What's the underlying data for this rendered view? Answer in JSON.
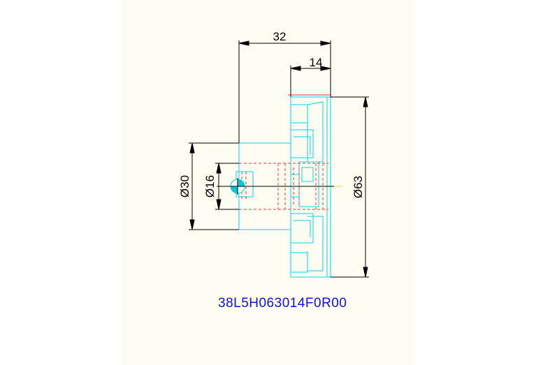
{
  "drawing": {
    "part_code": "38L5H063014F0R00",
    "dimensions": {
      "overall_length": "32",
      "hub_length": "14",
      "outer_diameter": "Ø63",
      "hub_diameter": "Ø30",
      "bore_diameter": "Ø16"
    },
    "colors": {
      "sheet_background": "#fdfdf2",
      "outline": "#00d8e8",
      "hidden_lines": "#ff3030",
      "dimensions": "#000000",
      "part_code": "#1010e0"
    }
  }
}
